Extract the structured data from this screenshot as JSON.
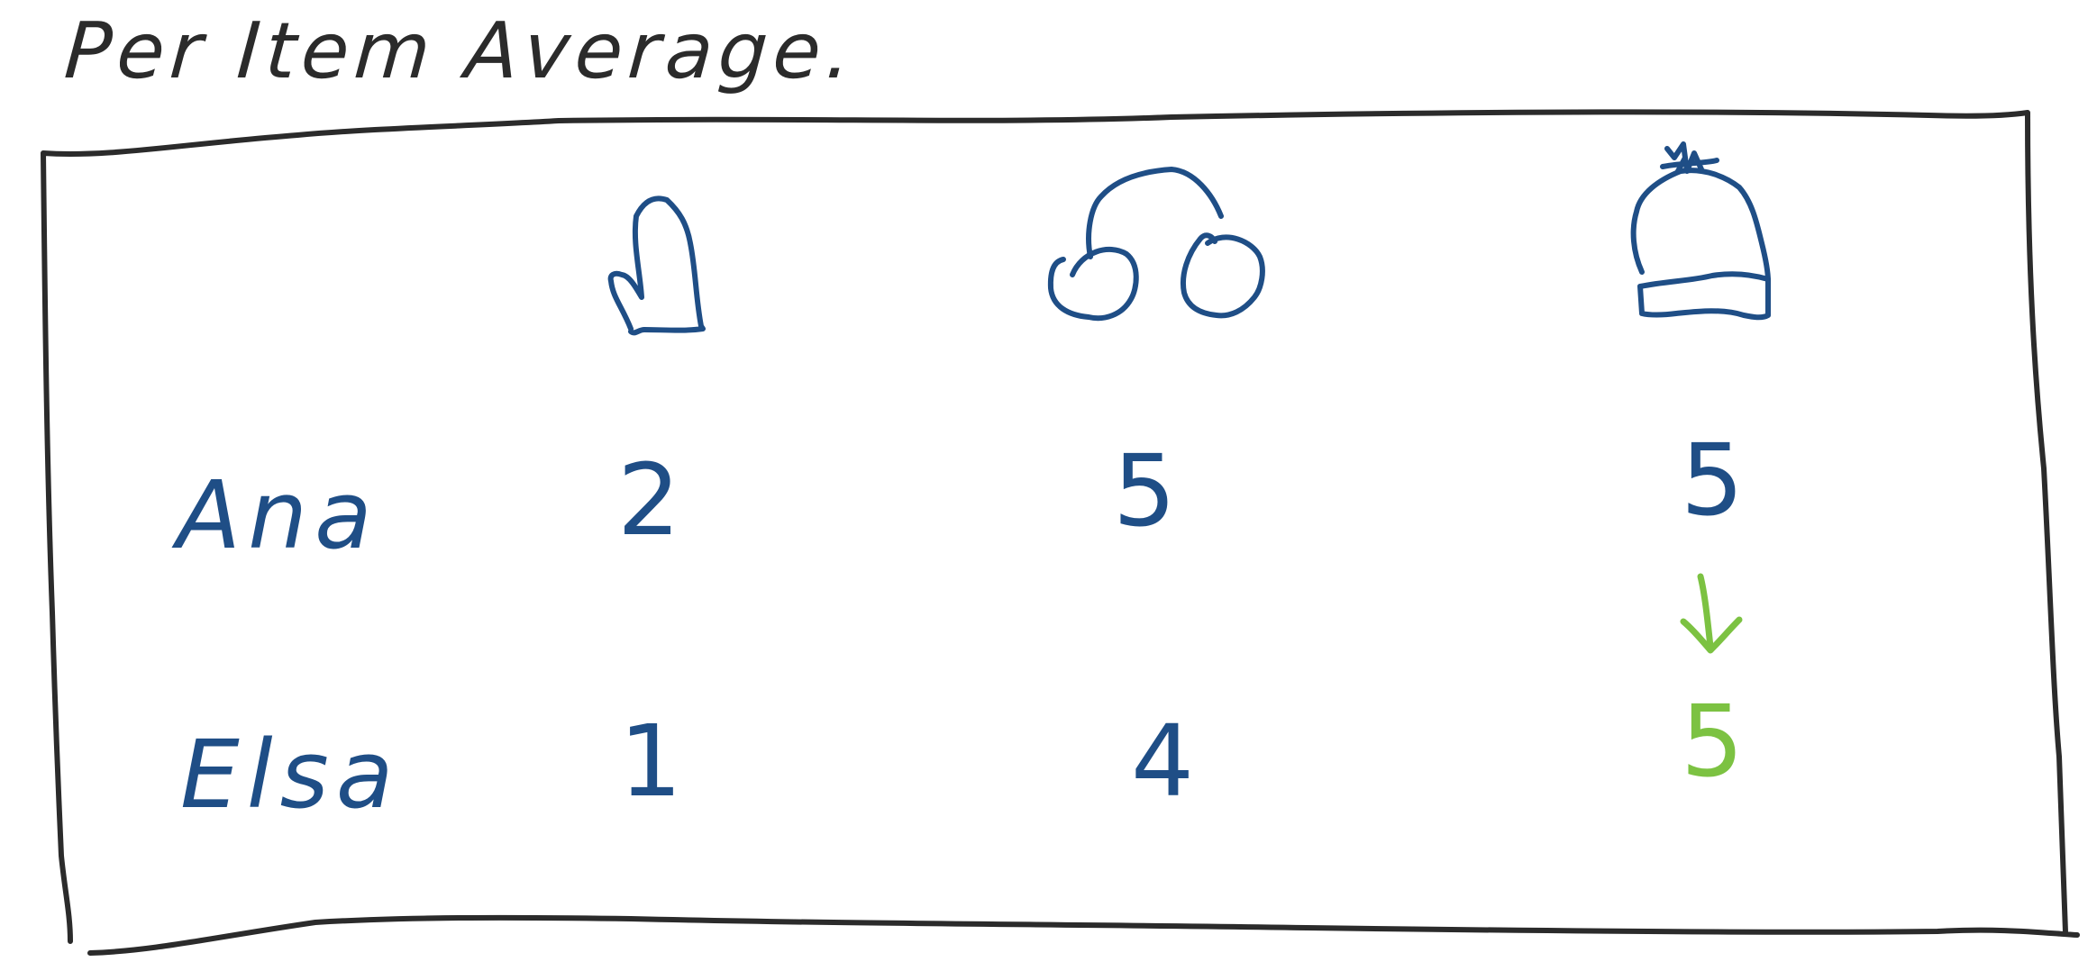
{
  "title": "Per Item Average.",
  "columns": [
    {
      "item": "mitten",
      "icon": "mitten-icon"
    },
    {
      "item": "earmuffs",
      "icon": "earmuffs-icon"
    },
    {
      "item": "beanie",
      "icon": "beanie-icon"
    }
  ],
  "rows": [
    {
      "name": "Ana",
      "values": [
        "2",
        "5",
        "5"
      ]
    },
    {
      "name": "Elsa",
      "values": [
        "1",
        "4",
        "5"
      ]
    }
  ],
  "annotation": {
    "arrow": "↓",
    "color": "#7cc242",
    "note_target": "Elsa beanie value shown in green below an arrow from Ana's value"
  },
  "colors": {
    "ink": "#2b2b2b",
    "blue": "#1f4e86",
    "green": "#7cc242"
  }
}
